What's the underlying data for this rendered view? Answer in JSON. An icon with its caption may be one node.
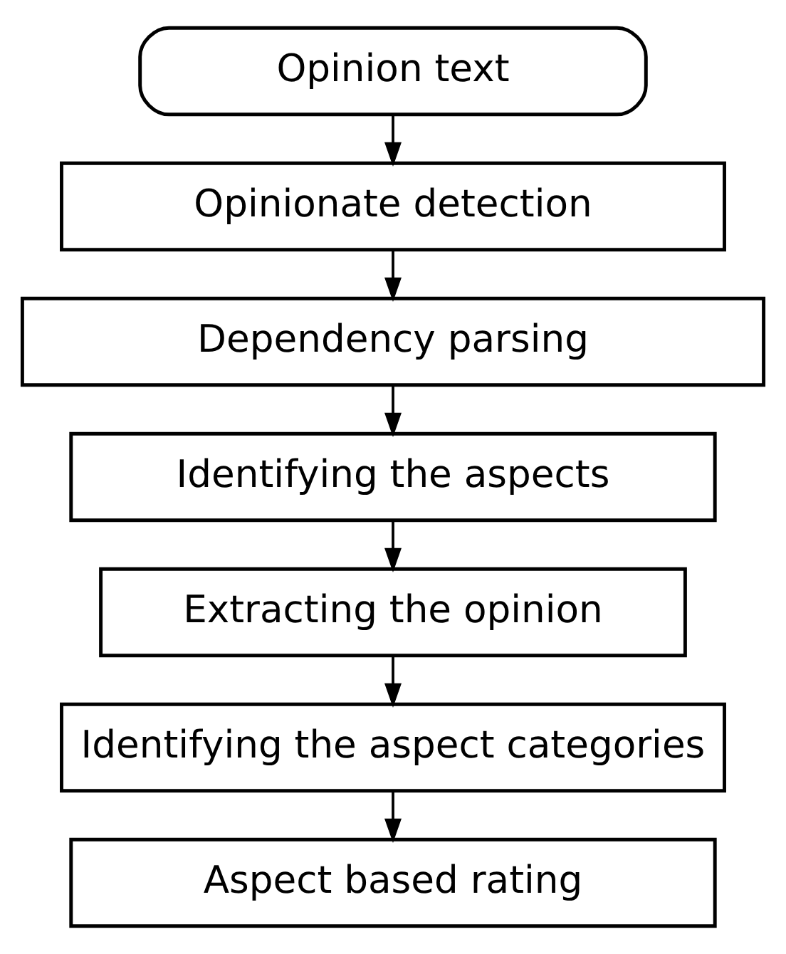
{
  "diagram": {
    "nodes": [
      {
        "text": [
          "Opinion text"
        ]
      },
      {
        "text": [
          "Opinionate detection"
        ]
      },
      {
        "text": [
          "Dependency parsing"
        ]
      },
      {
        "text": [
          "Identifying the aspects"
        ]
      },
      {
        "text": [
          "Extracting the opinion"
        ]
      },
      {
        "text": [
          "Identifying the aspect categories"
        ]
      },
      {
        "text": [
          "Aspect based rating"
        ]
      }
    ],
    "edges": [
      {
        "from": 0,
        "to": 1,
        "arrow": "to"
      },
      {
        "from": 1,
        "to": 2,
        "arrow": "to"
      },
      {
        "from": 2,
        "to": 3,
        "arrow": "to"
      },
      {
        "from": 3,
        "to": 4,
        "arrow": "to"
      },
      {
        "from": 4,
        "to": 5,
        "arrow": "to"
      },
      {
        "from": 5,
        "to": 6,
        "arrow": "to"
      }
    ]
  }
}
